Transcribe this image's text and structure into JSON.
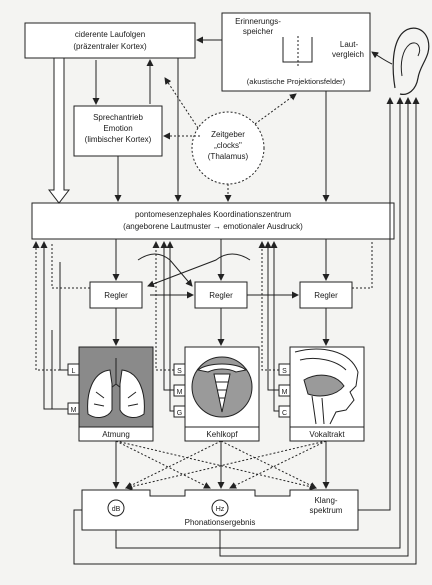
{
  "diagram": {
    "motor_plan": {
      "line1": "ciderente Laufolgen",
      "line2": "(präzentraler Kortex)"
    },
    "memory": {
      "line1": "Erinnerungs-",
      "line2": "speicher",
      "line3": "Laut-",
      "line4": "vergleich",
      "line5": "(akustische Projektionsfelder)"
    },
    "limbic": {
      "line1": "Sprechantrieb",
      "line2": "Emotion",
      "line3": "(limbischer Kortex)"
    },
    "clock": {
      "line1": "Zeitgeber",
      "line2": "„clocks\"",
      "line3": "(Thalamus)"
    },
    "coordination": {
      "line1": "pontomesenzephales Koordinationszentrum",
      "line2": "(angeborene Lautmuster → emotionaler Ausdruck)"
    },
    "regulators": [
      "Regler",
      "Regler",
      "Regler"
    ],
    "organs": [
      "Atmung",
      "Kehlkopf",
      "Vokaltrakt"
    ],
    "receptors_left": [
      "L",
      "M"
    ],
    "receptors_mid": [
      "S",
      "M",
      "G"
    ],
    "receptors_right": [
      "S",
      "M",
      "C"
    ],
    "outputs": {
      "db": "dB",
      "hz": "Hz",
      "spectrum_line1": "Klang-",
      "spectrum_line2": "spektrum",
      "result": "Phonationsergebnis"
    }
  },
  "icons": [
    "ear-icon",
    "lungs-icon",
    "larynx-icon",
    "vocal-tract-icon"
  ]
}
